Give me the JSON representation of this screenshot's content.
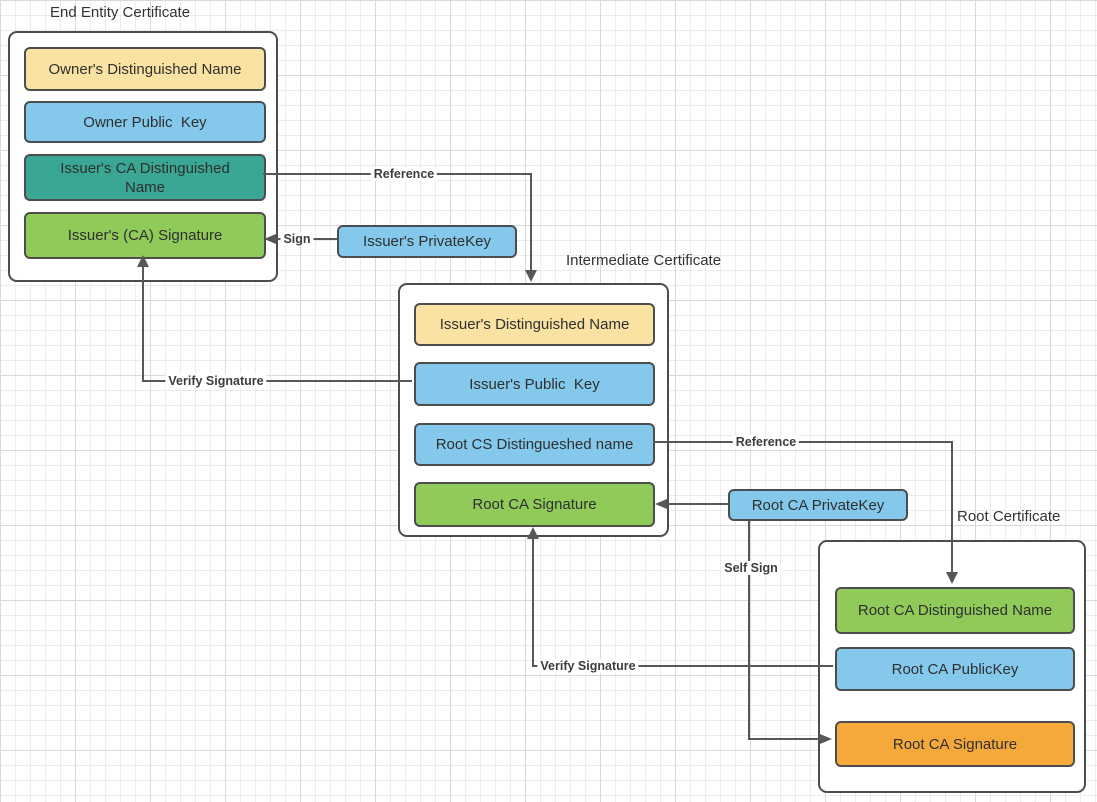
{
  "diagram": {
    "certificates": [
      {
        "title": "End Entity Certificate",
        "fields": [
          {
            "label": "Owner's Distinguished Name",
            "color": "#FAE3A2"
          },
          {
            "label": "Owner Public  Key",
            "color": "#84C9EC"
          },
          {
            "label": "Issuer's CA Distinguished\nName",
            "color": "#39A793"
          },
          {
            "label": "Issuer's (CA) Signature",
            "color": "#90CB5A"
          }
        ]
      },
      {
        "title": "Intermediate Certificate",
        "fields": [
          {
            "label": "Issuer's Distinguished Name",
            "color": "#FAE3A2"
          },
          {
            "label": "Issuer's Public  Key",
            "color": "#84C9EC"
          },
          {
            "label": "Root CS Distingueshed name",
            "color": "#84C9EC"
          },
          {
            "label": "Root CA Signature",
            "color": "#90CB5A"
          }
        ]
      },
      {
        "title": "Root Certificate",
        "fields": [
          {
            "label": "Root CA Distinguished Name",
            "color": "#90CB5A"
          },
          {
            "label": "Root CA PublicKey",
            "color": "#84C9EC"
          },
          {
            "label": "Root CA Signature",
            "color": "#F6A93B"
          }
        ]
      }
    ],
    "keys": [
      {
        "label": "Issuer's PrivateKey",
        "color": "#84C9EC"
      },
      {
        "label": "Root CA PrivateKey",
        "color": "#84C9EC"
      }
    ],
    "edges": {
      "reference_top": "Reference",
      "sign": "Sign",
      "verify_signature_left": "Verify Signature",
      "reference_right": "Reference",
      "self_sign": "Self Sign",
      "verify_signature_bottom": "Verify Signature"
    },
    "colors": {
      "line": "#575757",
      "shape_border": "#4D4D4D",
      "grid_minor": "#ECECEC",
      "grid_major": "#D9D9D9"
    }
  }
}
